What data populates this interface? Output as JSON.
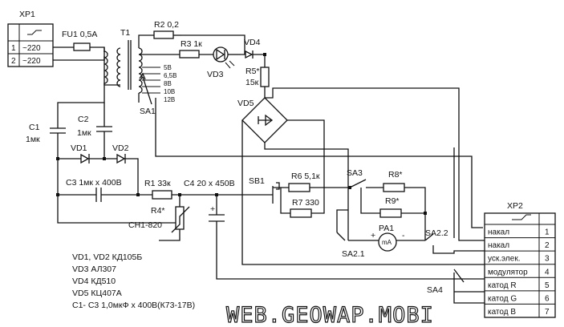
{
  "connectors": {
    "xp1": {
      "name": "XP1",
      "pins": [
        {
          "num": "1",
          "label": "~220"
        },
        {
          "num": "2",
          "label": "~220"
        }
      ]
    },
    "xp2": {
      "name": "XP2",
      "pins": [
        {
          "num": "1",
          "label": "накал"
        },
        {
          "num": "2",
          "label": "накал"
        },
        {
          "num": "3",
          "label": "уск.элек."
        },
        {
          "num": "4",
          "label": "модулятор"
        },
        {
          "num": "5",
          "label": "катод R"
        },
        {
          "num": "6",
          "label": "катод G"
        },
        {
          "num": "7",
          "label": "катод B"
        }
      ]
    }
  },
  "components": {
    "fu1": "FU1 0,5A",
    "t1": "T1",
    "r2": "R2 0,2",
    "r3": "R3 1к",
    "vd4": "VD4",
    "vd3": "VD3",
    "r5": "R5*",
    "r5_val": "15к",
    "vd5": "VD5",
    "sa1": "SA1",
    "c1": "C1",
    "c1_val": "1мк",
    "c2": "C2",
    "c2_val": "1мк",
    "vd1": "VD1",
    "vd2": "VD2",
    "c3": "C3 1мк x 400В",
    "r1": "R1 33к",
    "c4": "C4 20 x 450В",
    "r4": "R4*",
    "r4_val": "СН1-820",
    "sb1": "SB1",
    "r6": "R6 5,1к",
    "r7": "R7 330",
    "sa3": "SA3",
    "r8": "R8*",
    "r9": "R9*",
    "pa1": "PA1",
    "pa1_unit": "mA",
    "sa2_1": "SA2.1",
    "sa2_2": "SA2.2",
    "sa4": "SA4",
    "plus": "+",
    "minus": "-"
  },
  "taps": [
    "5В",
    "6,5В",
    "8В",
    "10В",
    "12В"
  ],
  "parts_list": [
    "VD1, VD2 КД105Б",
    "VD3 АЛ307",
    "VD4 КД510",
    "VD5 КЦ407А",
    "C1- C3 1,0мкФ x 400В(К73-17В)"
  ],
  "watermark": "WEB.GEOWAP.MOBI"
}
